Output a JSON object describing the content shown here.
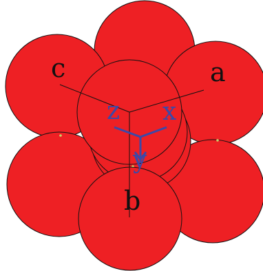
{
  "colors": {
    "sphere_fill": "#ee2024",
    "sphere_stroke": "#111111",
    "axis_lattice": "#111111",
    "axis_cartesian": "#3b49a8",
    "dot_accent": "#c9d36a"
  },
  "lattice_axes": {
    "a": "a",
    "b": "b",
    "c": "c"
  },
  "cartesian_axes": {
    "x": "x",
    "y": "y",
    "z": "z"
  }
}
